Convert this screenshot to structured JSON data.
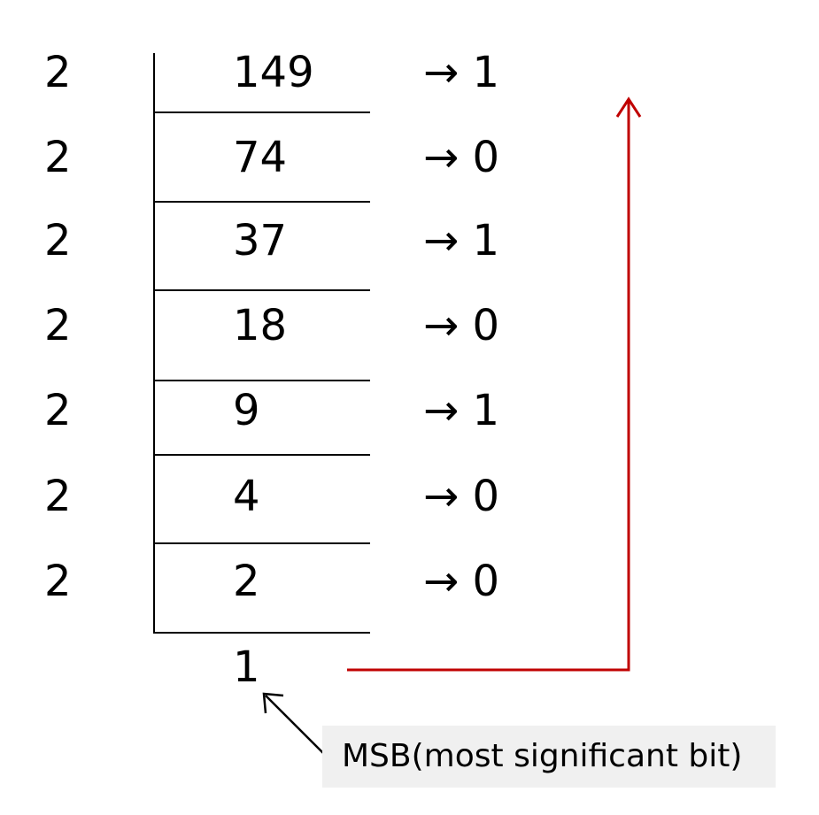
{
  "rows": [
    {
      "divisor": "2",
      "value": "149",
      "remainder": "→ 1"
    },
    {
      "divisor": "2",
      "value": "74",
      "remainder": "→ 0"
    },
    {
      "divisor": "2",
      "value": "37",
      "remainder": "→ 1"
    },
    {
      "divisor": "2",
      "value": "18",
      "remainder": "→ 0"
    },
    {
      "divisor": "2",
      "value": "9",
      "remainder": "→ 1"
    },
    {
      "divisor": "2",
      "value": "4",
      "remainder": "→ 0"
    },
    {
      "divisor": "2",
      "value": "2",
      "remainder": "→ 0"
    }
  ],
  "final_quotient": "1",
  "msb_label": "MSB(most significant bit)",
  "colors": {
    "read_arrow": "#c00000",
    "note_background": "#f0f0f0"
  }
}
